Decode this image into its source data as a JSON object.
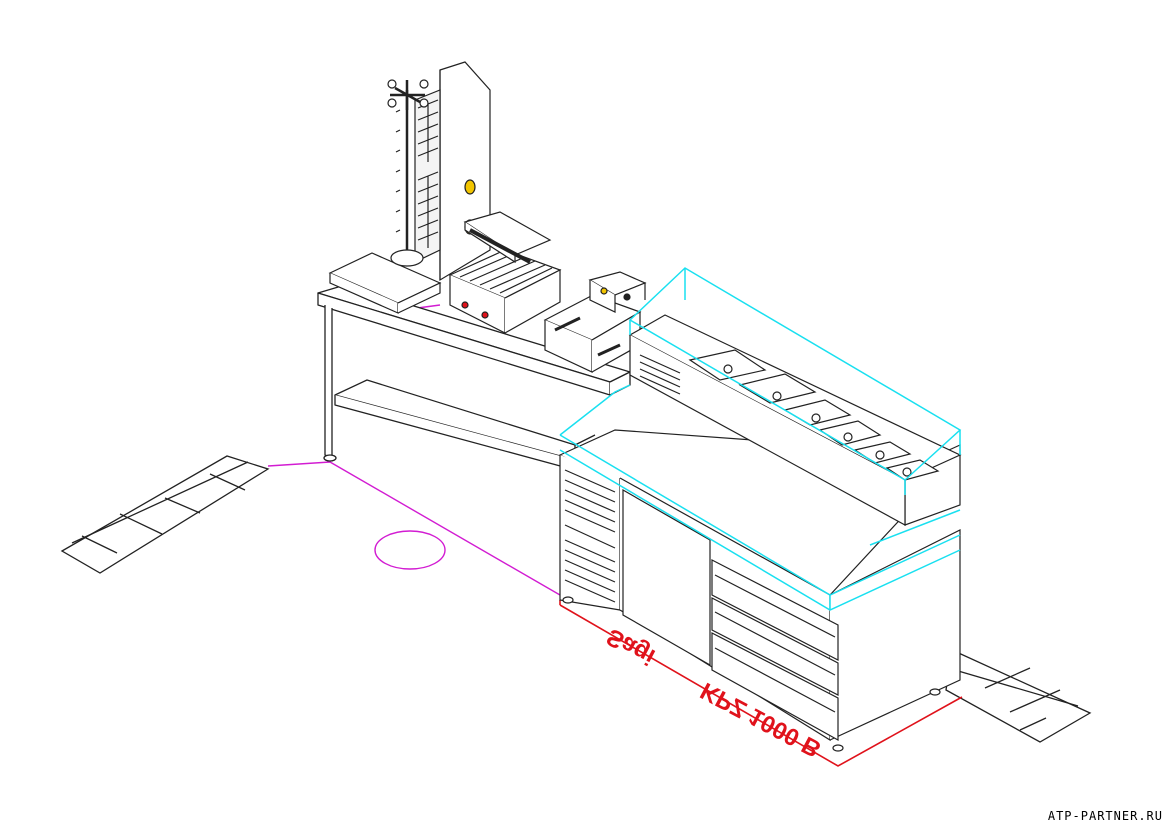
{
  "watermark": "ATP-PARTNER.RU",
  "floor_labels": {
    "label_a": "Sagi",
    "label_b": "KPZ 1000 B"
  },
  "colors": {
    "line": "#222222",
    "accent_cyan": "#19e0f0",
    "accent_magenta": "#d21cd2",
    "accent_red": "#e0121b",
    "knob_yellow": "#f2c500"
  },
  "equipment": [
    {
      "name": "doner-kebab-grill",
      "visible": true
    },
    {
      "name": "contact-grill",
      "visible": true
    },
    {
      "name": "deep-fryer",
      "visible": true
    },
    {
      "name": "refrigerated-prep-table",
      "visible": true
    },
    {
      "name": "work-table-with-shelf",
      "visible": true
    }
  ]
}
